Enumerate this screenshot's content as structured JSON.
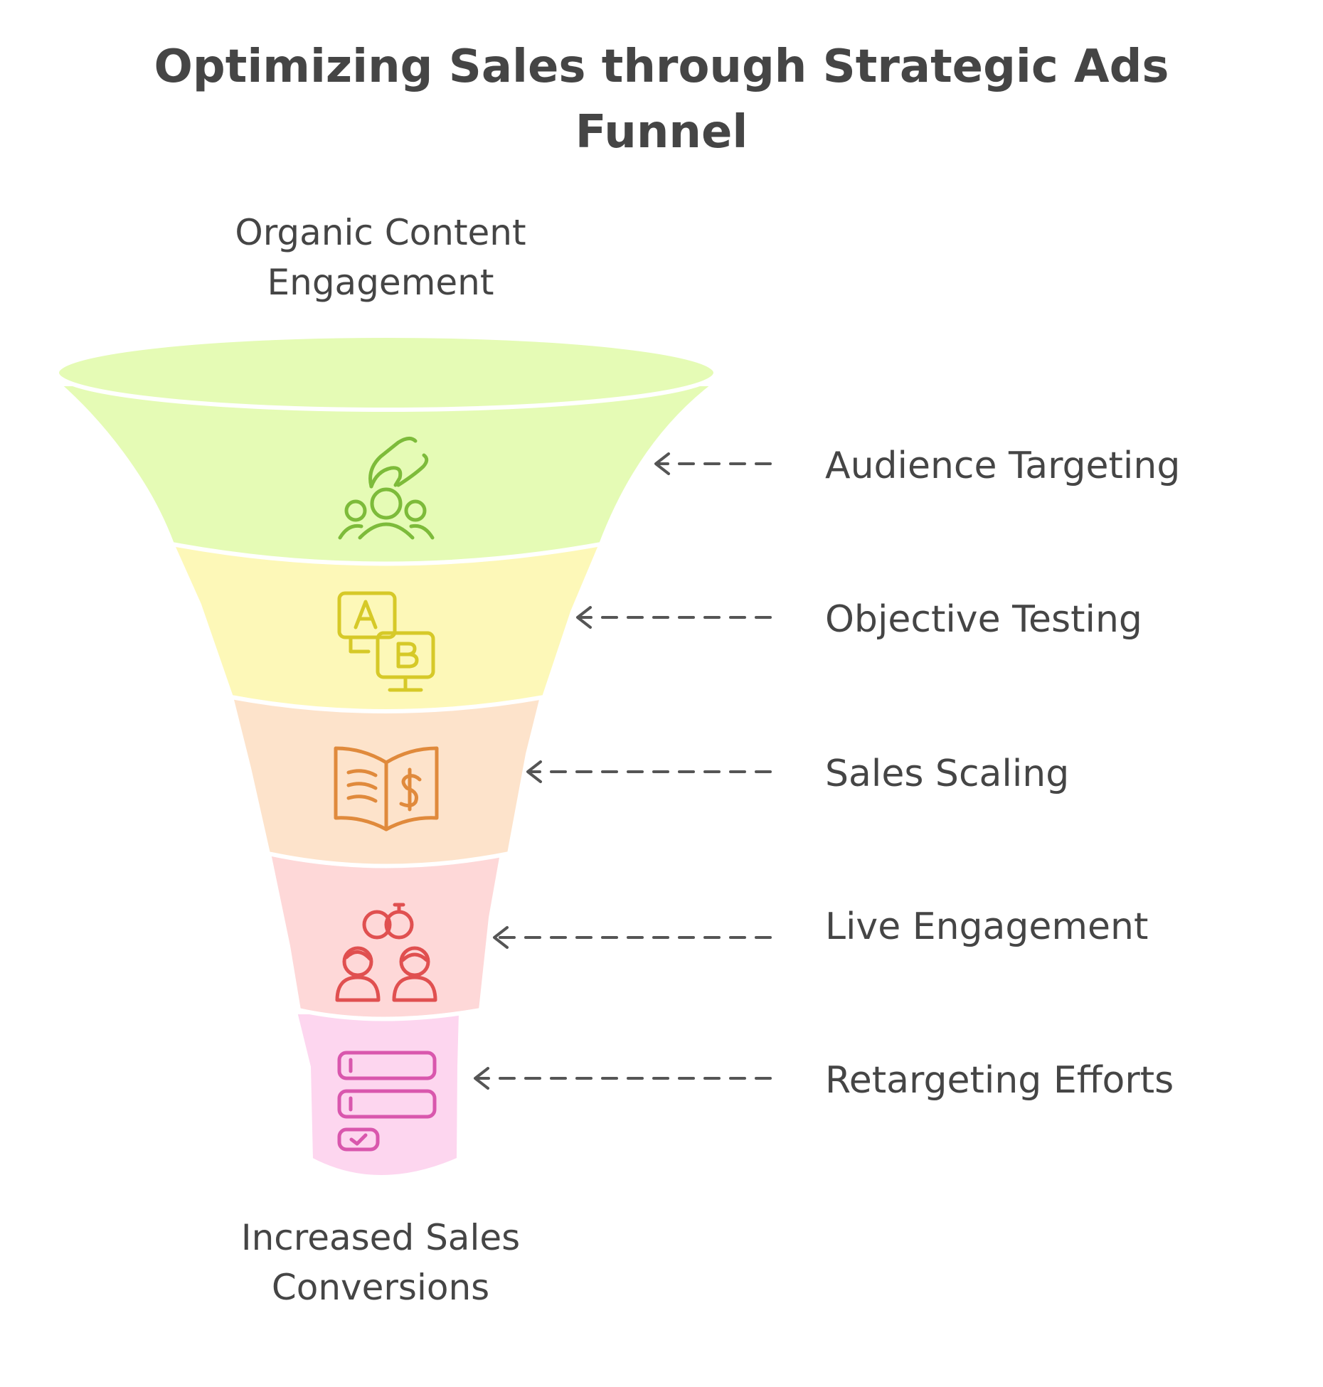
{
  "diagram": {
    "title_line1": "Optimizing Sales through Strategic Ads",
    "title_line2": "Funnel",
    "top_label_line1": "Organic Content",
    "top_label_line2": "Engagement",
    "bottom_label_line1": "Increased Sales",
    "bottom_label_line2": "Conversions",
    "stages": [
      {
        "label": "Audience Targeting",
        "icon": "hand-people-icon",
        "fill": "#e5fbb5",
        "stroke": "#7dbb3a"
      },
      {
        "label": "Objective Testing",
        "icon": "ab-testing-icon",
        "fill": "#fdf8b8",
        "stroke": "#d6c928"
      },
      {
        "label": "Sales Scaling",
        "icon": "book-dollar-icon",
        "fill": "#fde3cb",
        "stroke": "#e08a3c"
      },
      {
        "label": "Live Engagement",
        "icon": "people-rings-icon",
        "fill": "#fed8d8",
        "stroke": "#e05050"
      },
      {
        "label": "Retargeting Efforts",
        "icon": "stacked-list-check-icon",
        "fill": "#fdd6ef",
        "stroke": "#d957ad"
      }
    ],
    "arrow_color": "#555555"
  }
}
